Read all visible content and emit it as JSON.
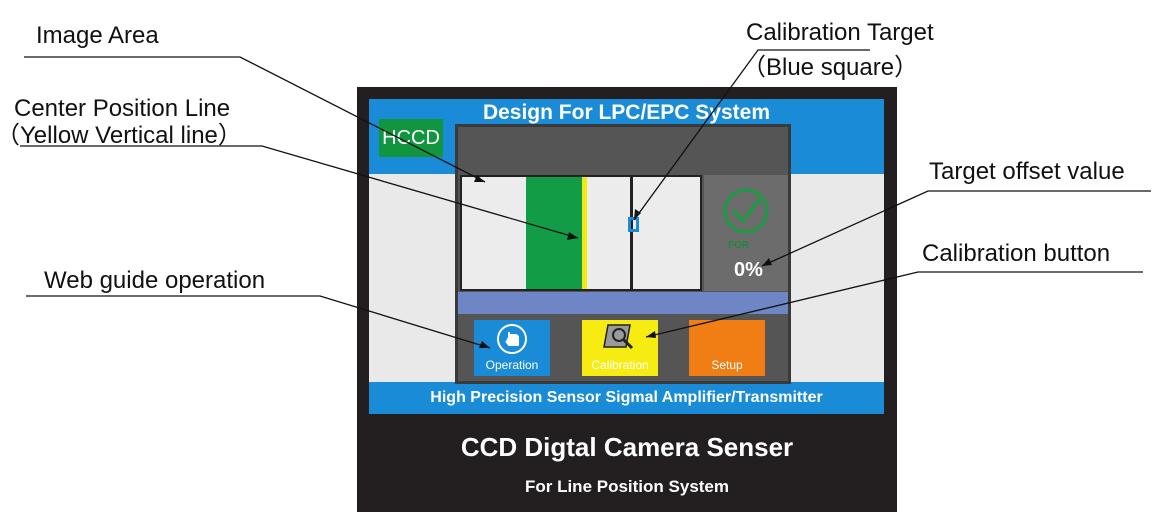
{
  "annotations": {
    "image_area": "Image Area",
    "center_line": "Center Position Line",
    "center_line_note": "（Yellow Vertical line）",
    "web_guide": "Web guide operation",
    "calibration_target": "Calibration Target",
    "calibration_target_note": "（Blue square）",
    "target_offset": "Target offset value",
    "calibration_button": "Calibration button"
  },
  "screen": {
    "title": "Design For LPC/EPC System",
    "badge": "HCCD",
    "footer": "High Precision Sensor Sigmal Amplifier/Transmitter",
    "panel_tag": "FOR",
    "offset_value": "0%",
    "buttons": {
      "operation": "Operation",
      "calibration": "Calibration",
      "setup": "Setup"
    }
  },
  "device": {
    "title": "CCD Digtal Camera Senser",
    "subtitle": "For Line Position System"
  },
  "colors": {
    "bezel": "#231f20",
    "blue_band": "#1a8bd6",
    "green": "#119c45",
    "yellow": "#f2ea0f",
    "orange": "#f07e14",
    "slider": "#6e86c6"
  }
}
